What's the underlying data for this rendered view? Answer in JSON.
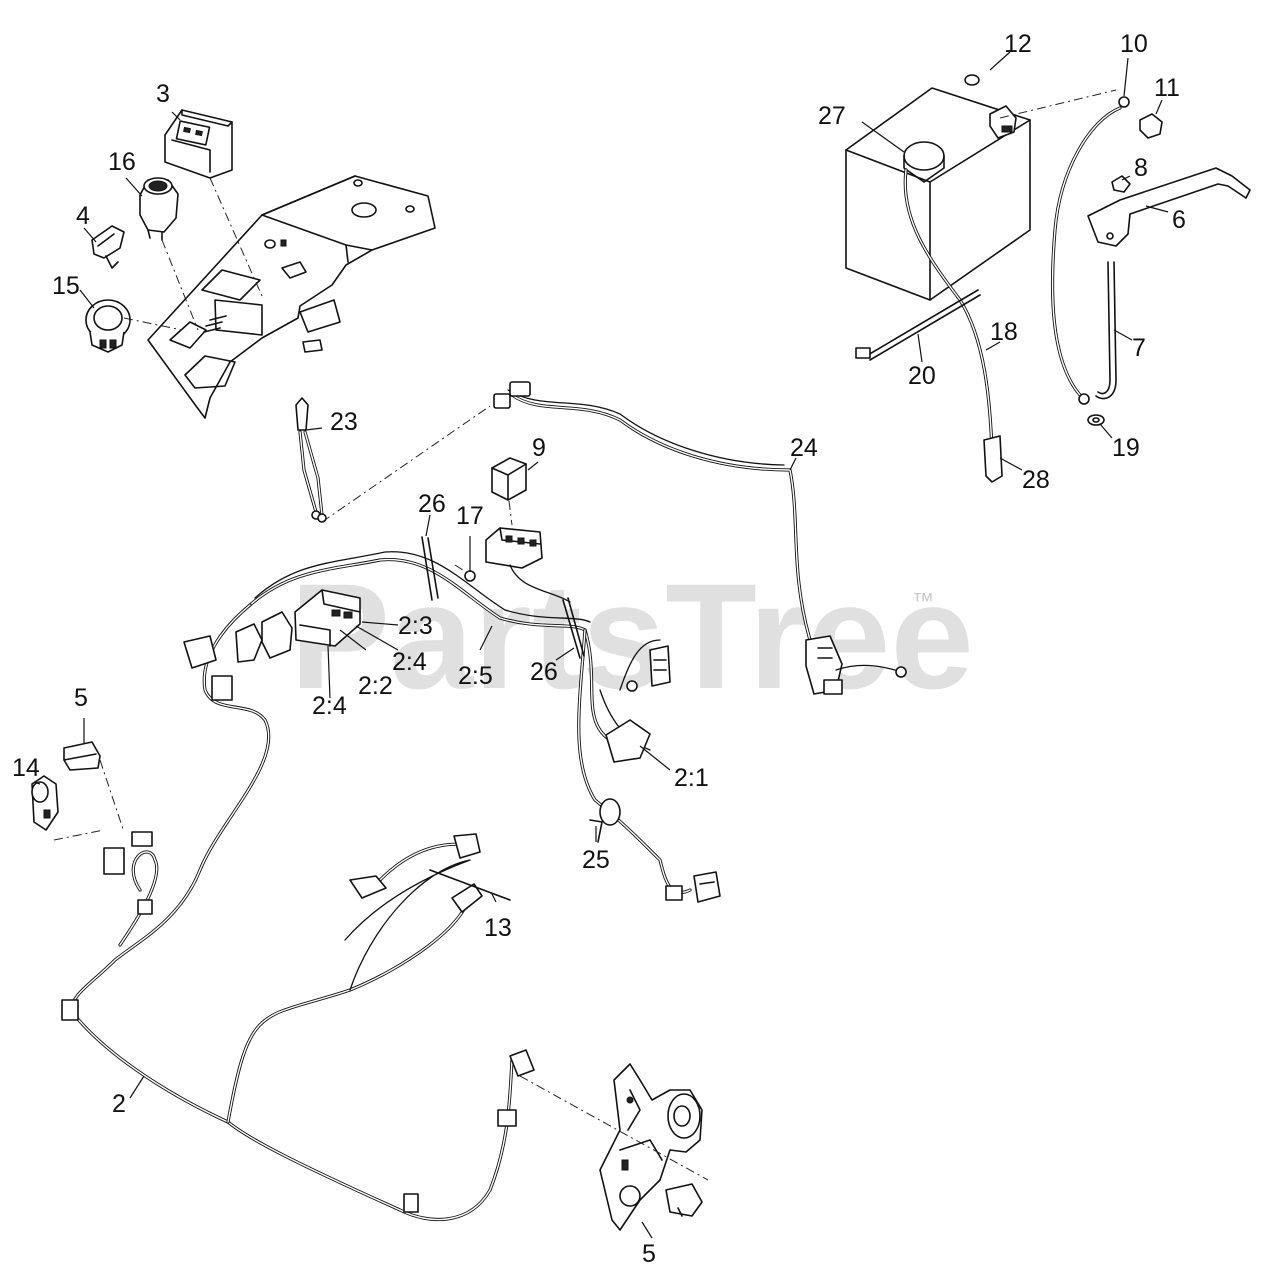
{
  "watermark": {
    "text": "PartsTree",
    "trademark": "™"
  },
  "callouts": {
    "c2": "2",
    "c2_1": "2:1",
    "c2_2": "2:2",
    "c2_3": "2:3",
    "c2_4a": "2:4",
    "c2_4b": "2:4",
    "c2_5": "2:5",
    "c3": "3",
    "c4": "4",
    "c5a": "5",
    "c5b": "5",
    "c6": "6",
    "c7": "7",
    "c8": "8",
    "c9": "9",
    "c10": "10",
    "c11": "11",
    "c12": "12",
    "c13": "13",
    "c14": "14",
    "c15": "15",
    "c16": "16",
    "c17": "17",
    "c18": "18",
    "c19": "19",
    "c20": "20",
    "c23": "23",
    "c24": "24",
    "c25": "25",
    "c26a": "26",
    "c26b": "26",
    "c27": "27",
    "c28": "28"
  }
}
